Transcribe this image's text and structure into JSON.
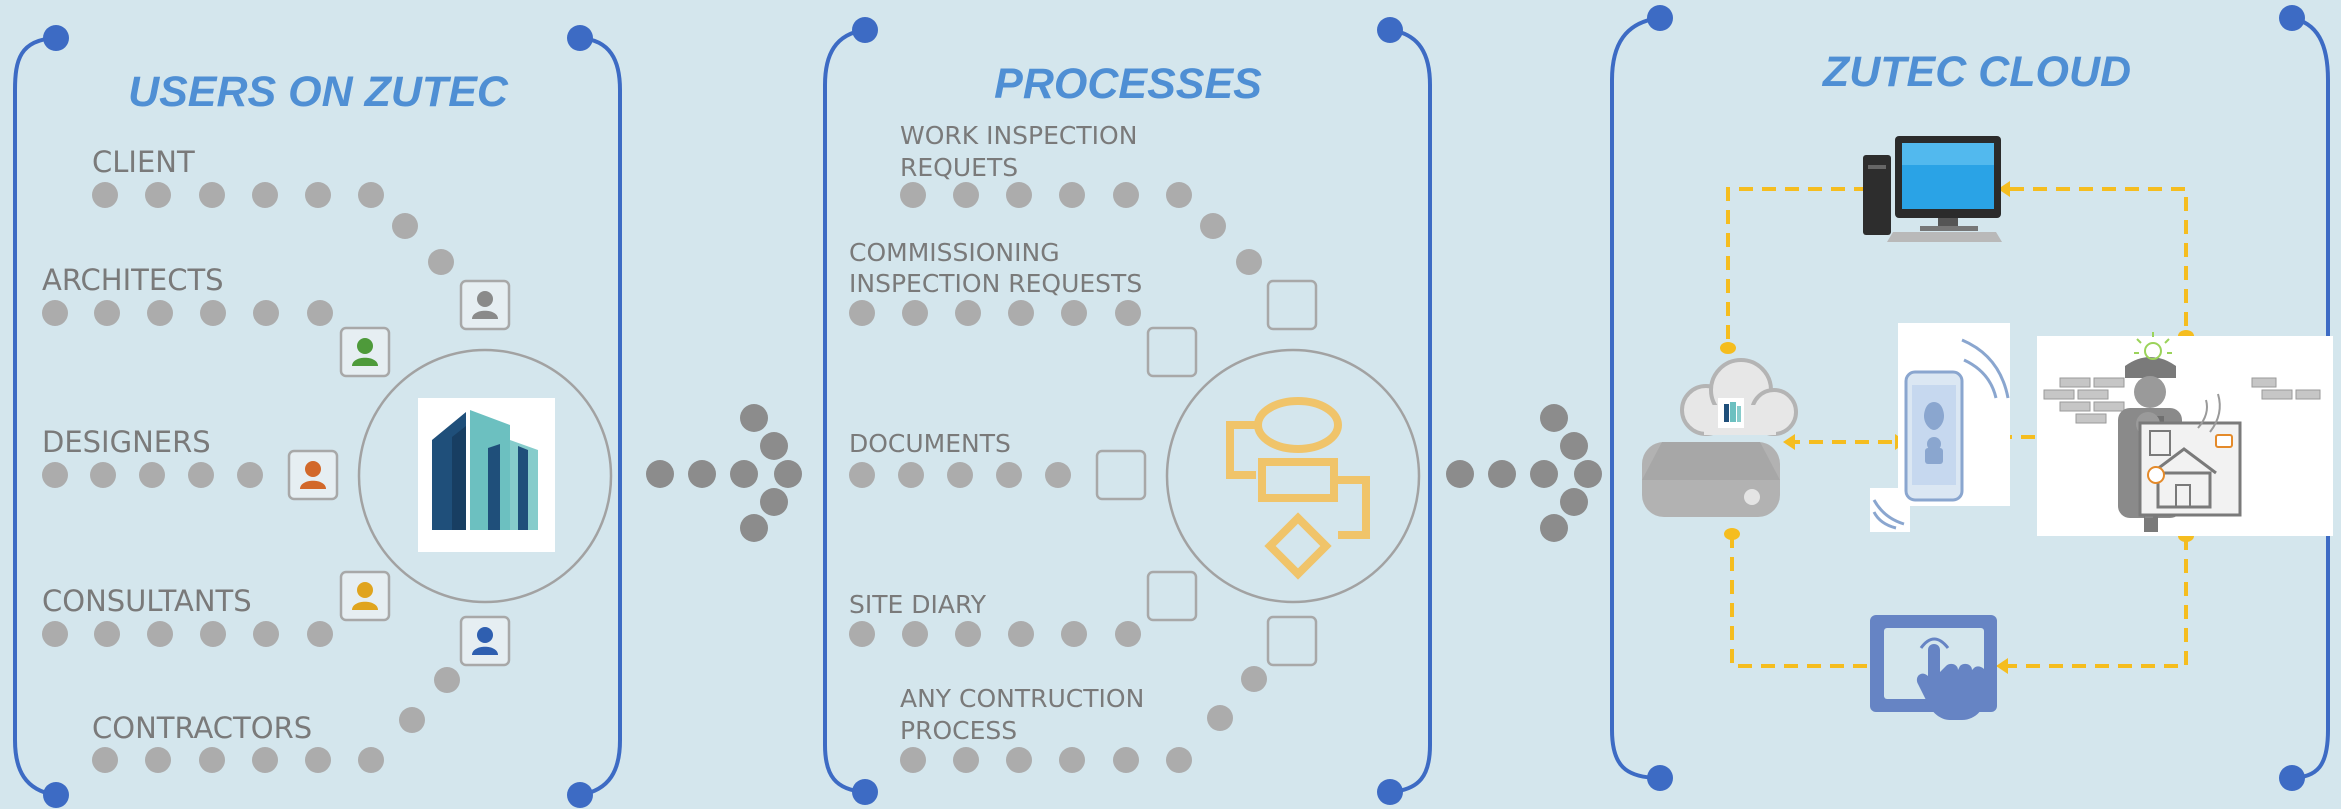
{
  "panels": {
    "users": {
      "title": "USERS ON ZUTEC",
      "items": [
        "CLIENT",
        "ARCHITECTS",
        "DESIGNERS",
        "CONSULTANTS",
        "CONTRACTORS"
      ]
    },
    "processes": {
      "title": "PROCESSES",
      "items": [
        {
          "line1": "WORK INSPECTION",
          "line2": "REQUETS"
        },
        {
          "line1": "COMMISSIONING",
          "line2": "INSPECTION REQUESTS"
        },
        {
          "line1": "DOCUMENTS",
          "line2": ""
        },
        {
          "line1": "SITE DIARY",
          "line2": ""
        },
        {
          "line1": "ANY CONTRUCTION",
          "line2": "PROCESS"
        }
      ]
    },
    "cloud": {
      "title": "ZUTEC CLOUD",
      "devices": [
        "desktop-computer-icon",
        "cloud-server-icon",
        "smartphone-icon",
        "field-worker-icon",
        "tablet-touch-icon"
      ]
    }
  },
  "colors": {
    "background": "#d4e6ed",
    "accent_blue": "#3d6bc4",
    "title_blue": "#4f8fd4",
    "dot_gray": "#acacac",
    "connector_yellow": "#f5bd1f",
    "process_icon": "#f0c46a"
  }
}
